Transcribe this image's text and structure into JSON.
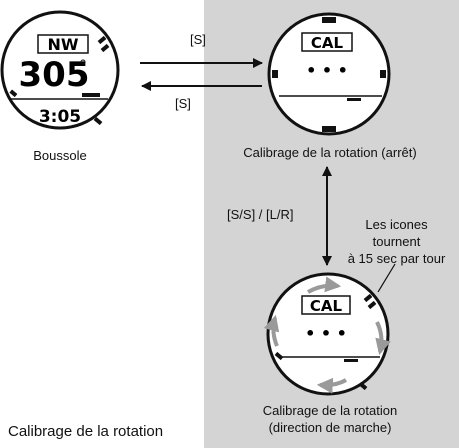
{
  "colors": {
    "panel": "#d4d4d4",
    "ink": "#111111",
    "rotation_arrow": "#9a9a9a"
  },
  "labels": {
    "s_forward": "[S]",
    "s_back": "[S]",
    "sslr": "[S/S] / [L/R]",
    "boussole": "Boussole",
    "calib_stop": "Calibrage de la rotation (arrêt)",
    "icons_note_1": "Les icones",
    "icons_note_2": "tournent",
    "icons_note_3": "à 15 sec par tour",
    "calib_walk_1": "Calibrage de la rotation",
    "calib_walk_2": "(direction de marche)",
    "page_title": "Calibrage de la rotation"
  },
  "watches": {
    "compass": {
      "heading": "NW",
      "degrees": "305",
      "time": "3:05"
    },
    "calib_stop": {
      "mode": "CAL",
      "dots": "• • •"
    },
    "calib_walk": {
      "mode": "CAL",
      "dots": "• • •"
    }
  }
}
